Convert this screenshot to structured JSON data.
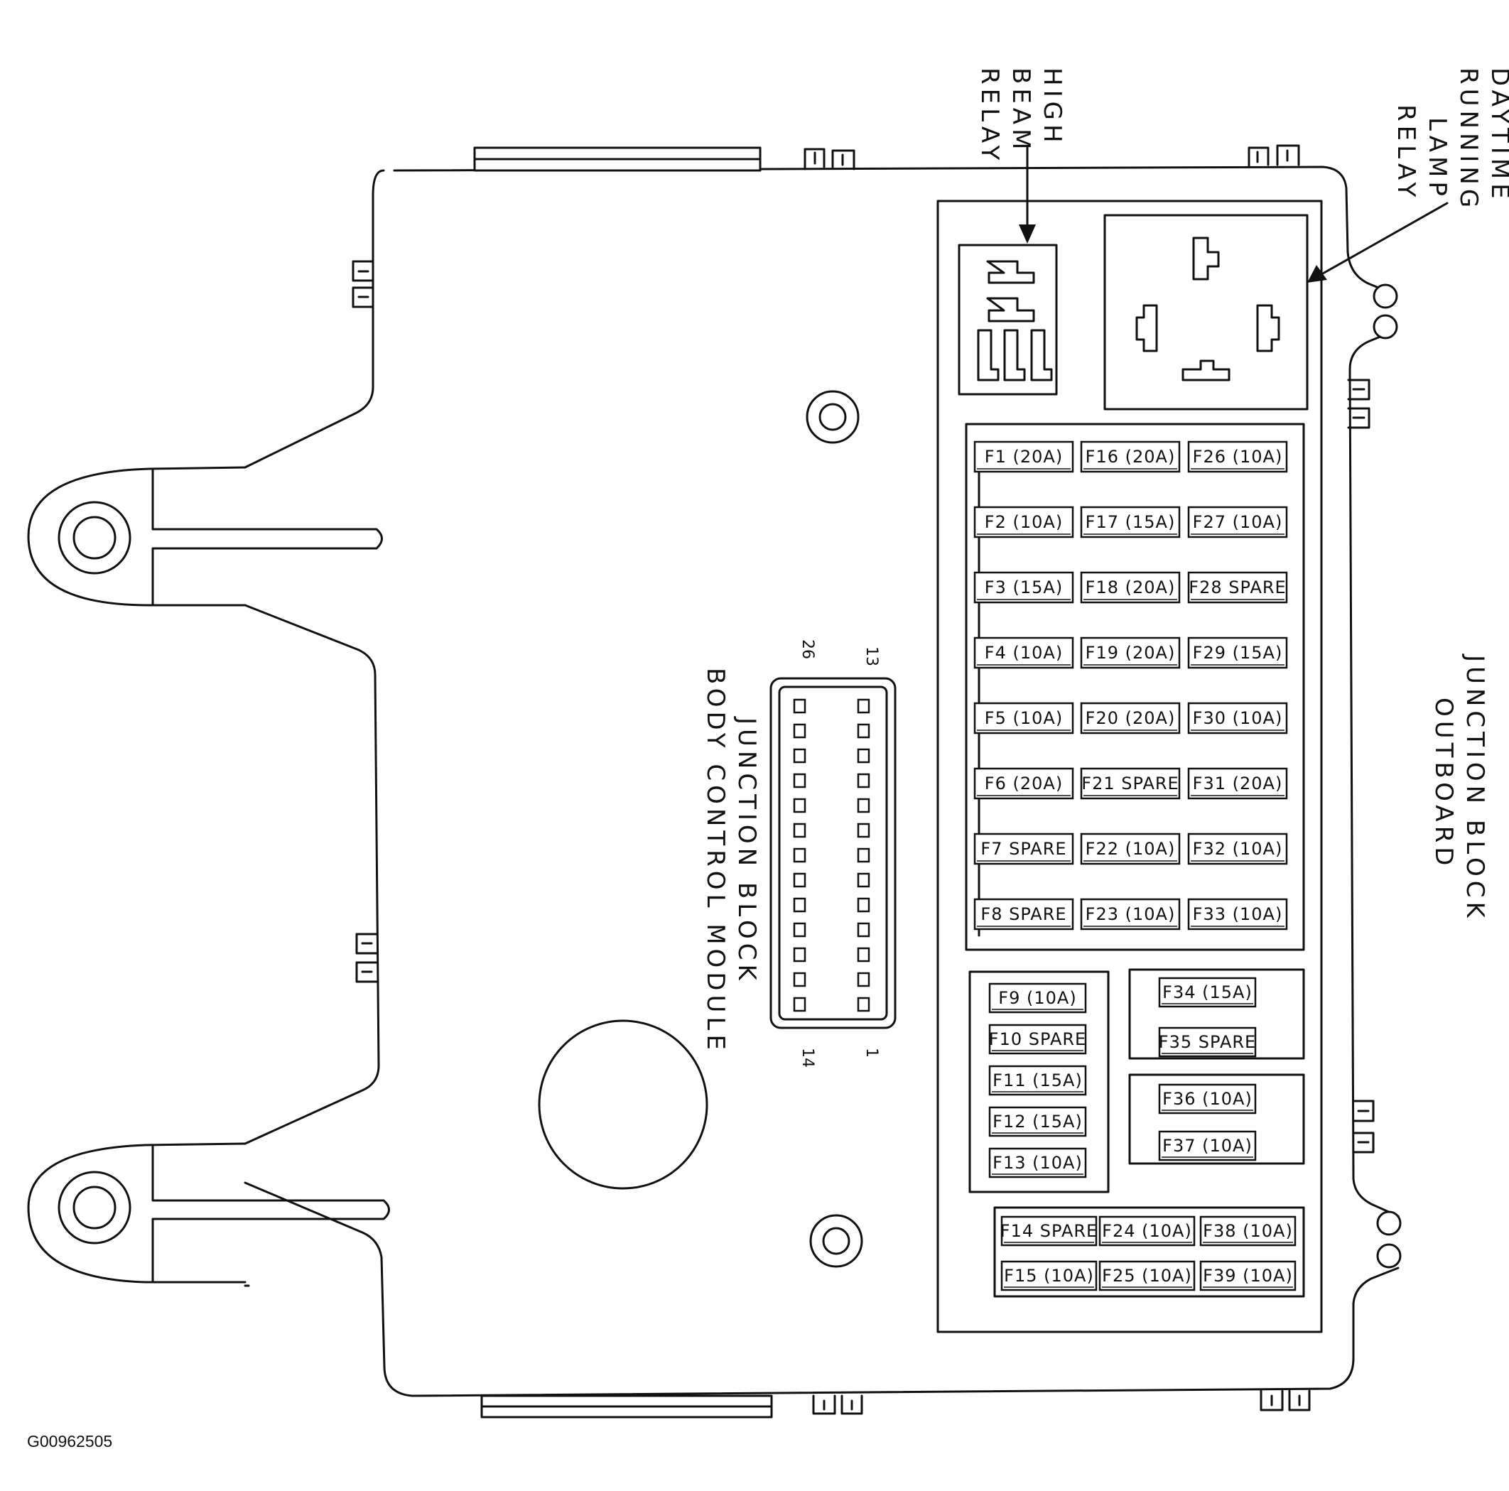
{
  "labels": {
    "high_beam": [
      "HIGH",
      "BEAM",
      "RELAY"
    ],
    "drl": [
      "DAYTIME",
      "RUNNING",
      "LAMP",
      "RELAY"
    ],
    "outboard": [
      "JUNCTION BLOCK",
      "OUTBOARD"
    ],
    "bcm": [
      "JUNCTION BLOCK",
      "BODY CONTROL MODULE"
    ],
    "figure_code": "G00962505"
  },
  "connector_pins": {
    "top_right": "13",
    "top_left": "26",
    "bottom_right": "1",
    "bottom_left": "14"
  },
  "fuses": {
    "main_grid": [
      [
        "F1 (20A)",
        "F16 (20A)",
        "F26 (10A)"
      ],
      [
        "F2 (10A)",
        "F17 (15A)",
        "F27 (10A)"
      ],
      [
        "F3 (15A)",
        "F18 (20A)",
        "F28 SPARE"
      ],
      [
        "F4 (10A)",
        "F19 (20A)",
        "F29 (15A)"
      ],
      [
        "F5 (10A)",
        "F20 (20A)",
        "F30 (10A)"
      ],
      [
        "F6 (20A)",
        "F21 SPARE",
        "F31 (20A)"
      ],
      [
        "F7 SPARE",
        "F22 (10A)",
        "F32 (10A)"
      ],
      [
        "F8 SPARE",
        "F23 (10A)",
        "F33 (10A)"
      ]
    ],
    "left_column": [
      "F9 (10A)",
      "F10 SPARE",
      "F11 (15A)",
      "F12 (15A)",
      "F13 (10A)"
    ],
    "right_box_a": [
      "F34 (15A)",
      "F35 SPARE"
    ],
    "right_box_b": [
      "F36 (10A)",
      "F37 (10A)"
    ],
    "bottom_grid": [
      [
        "F14 SPARE",
        "F24 (10A)",
        "F38 (10A)"
      ],
      [
        "F15 (10A)",
        "F25 (10A)",
        "F39 (10A)"
      ]
    ]
  }
}
